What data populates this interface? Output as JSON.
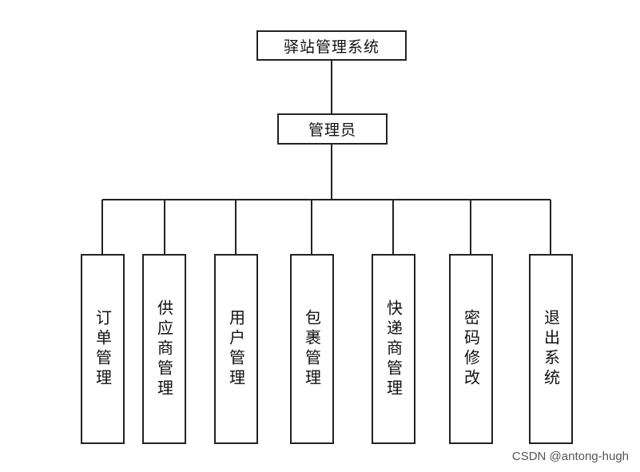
{
  "diagram": {
    "root": {
      "label": "驿站管理系统"
    },
    "mid": {
      "label": "管理员"
    },
    "leaves": [
      {
        "label": "订单管理"
      },
      {
        "label": "供应商管理"
      },
      {
        "label": "用户管理"
      },
      {
        "label": "包裹管理"
      },
      {
        "label": "快递商管理"
      },
      {
        "label": "密码修改"
      },
      {
        "label": "退出系统"
      }
    ]
  },
  "watermark": "CSDN @antong-hugh"
}
